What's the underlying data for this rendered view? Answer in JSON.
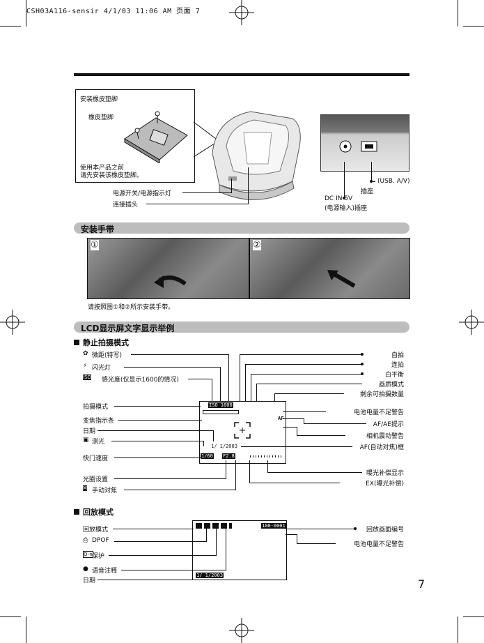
{
  "header": {
    "file_line": "CSH03A116-sensir  4/1/03  11:06 AM  页面 7"
  },
  "page_number": "7",
  "figure1": {
    "inset_title": "安装橡皮垫脚",
    "inset_foot_label": "橡皮垫脚",
    "inset_note_line1": "使用本产品之前",
    "inset_note_line2": "请先安装该橡皮垫脚。",
    "power_label": "电源开关/电源指示灯",
    "connector_label": "连接插头",
    "usb_label": "(USB. A/V)",
    "socket_label": "插座",
    "dcin_line1": "DC IN 5V",
    "dcin_line2": "(电源输入)插座"
  },
  "strap": {
    "title": "安装手带",
    "step1": "①",
    "step2": "②",
    "instruction": "请按照图①和②所示安装手带。"
  },
  "lcd": {
    "title": "LCD显示屏文字显示举例",
    "still_title": "静止拍摄模式",
    "left_labels": [
      "微距(特写)",
      "闪光灯",
      "感光度(仅显示1600的情况)",
      "拍摄模式",
      "变焦指示条",
      "日期",
      "测光",
      "快门速度",
      "光圈设置",
      "手动对焦"
    ],
    "right_labels": [
      "自拍",
      "连拍",
      "白平衡",
      "画质模式",
      "剩余可拍摄数量",
      "电池电量不足警告",
      "AF/AE提示",
      "相机震动警告",
      "AF(自动对焦)框",
      "曝光补偿显示",
      "EX(曝光补偿)"
    ],
    "screen_date": "1/ 1/2003",
    "screen_shutter": "1/60",
    "screen_aperture": "F2.8",
    "screen_iso": "ISO 1600",
    "screen_af": "AF"
  },
  "playback": {
    "title": "回放模式",
    "left_labels": [
      "回放模式",
      "DPOF",
      "保护",
      "语音注释",
      "日期"
    ],
    "right_labels": [
      "回放画面编号",
      "电池电量不足警告"
    ],
    "screen_date": "1/ 1/2003",
    "screen_number": "100-0001"
  }
}
